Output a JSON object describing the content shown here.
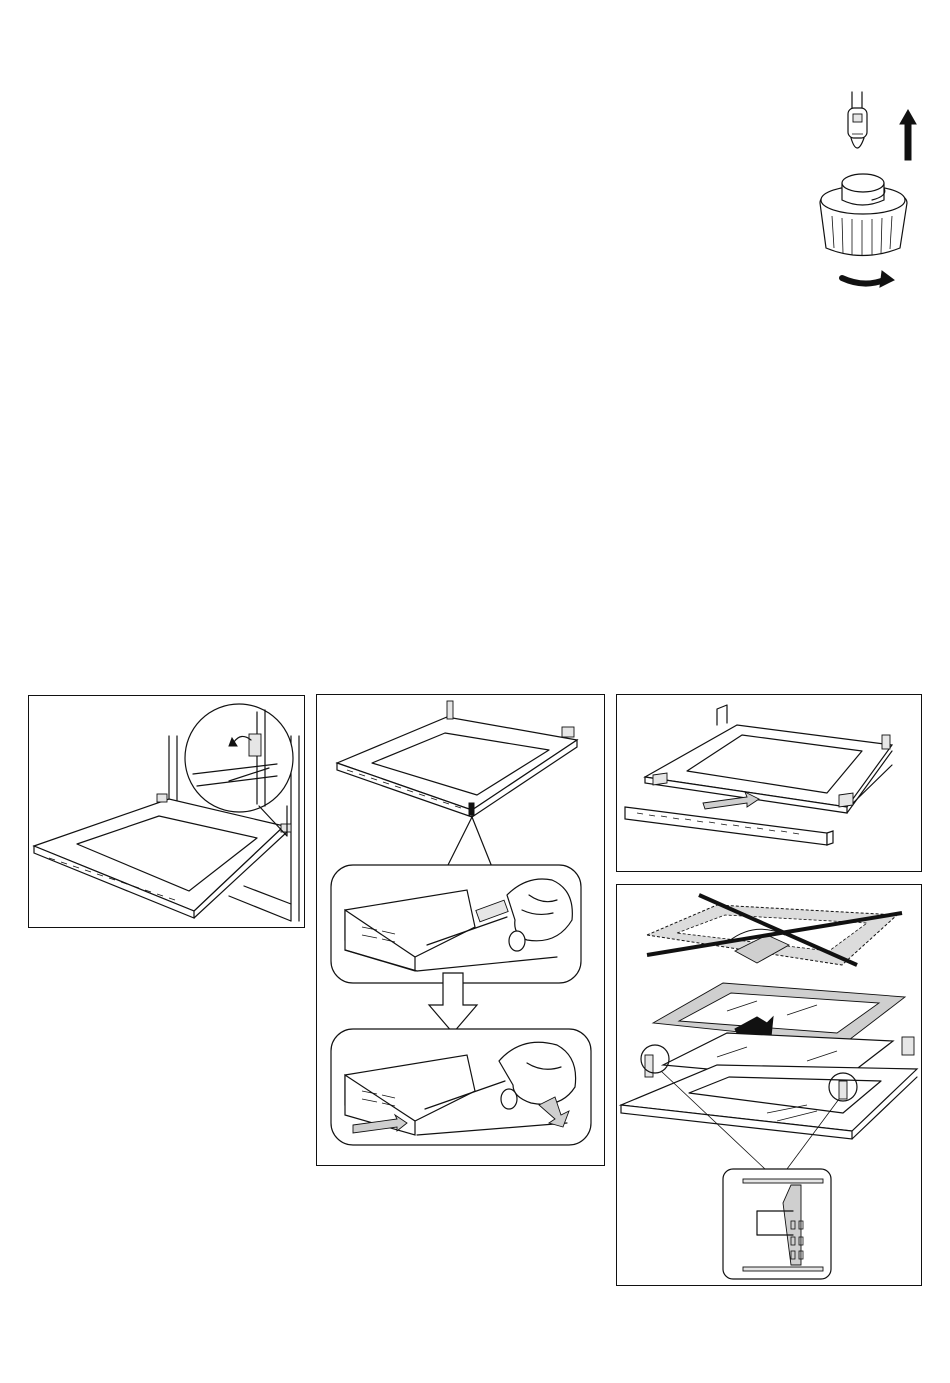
{
  "figures": [
    {
      "id": "lamp",
      "depicts": "bulb-and-cover"
    },
    {
      "id": "door-hinge",
      "depicts": "oven-door-hinge"
    },
    {
      "id": "door-strip",
      "depicts": "door-trim-removal"
    },
    {
      "id": "door-frame",
      "depicts": "door-frame-strip"
    },
    {
      "id": "door-glass",
      "depicts": "glass-panels"
    }
  ],
  "colors": {
    "line": "#111111",
    "shade": "#cfcfcf",
    "background": "#ffffff"
  }
}
